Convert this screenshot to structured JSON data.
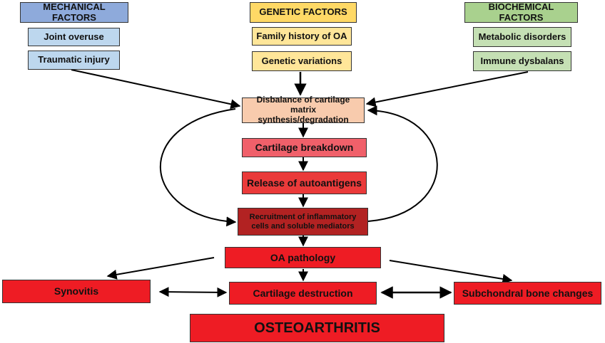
{
  "colors": {
    "mechanical_header": "#8eaadb",
    "mechanical_item": "#bdd7ee",
    "genetic_header": "#ffd966",
    "genetic_item": "#ffe699",
    "biochemical_header": "#a9d18e",
    "biochemical_item": "#c5e0b4",
    "disbalance": "#f8cbad",
    "breakdown": "#f0606a",
    "release": "#ea3a3a",
    "recruitment": "#b22222",
    "red": "#ee1c24"
  },
  "factors": {
    "mechanical": {
      "header": "MECHANICAL FACTORS",
      "items": [
        "Joint overuse",
        "Traumatic injury"
      ]
    },
    "genetic": {
      "header": "GENETIC FACTORS",
      "items": [
        "Family history of OA",
        "Genetic variations"
      ]
    },
    "biochemical": {
      "header": "BIOCHEMICAL FACTORS",
      "items": [
        "Metabolic disorders",
        "Immune dysbalans"
      ]
    }
  },
  "flow": {
    "disbalance": "Disbalance of cartilage matrix synthesis/degradation",
    "breakdown": "Cartilage breakdown",
    "release": "Release of autoantigens",
    "recruitment": "Recruitment of inflammatory cells and soluble mediators",
    "pathology": "OA pathology"
  },
  "outcomes": {
    "synovitis": "Synovitis",
    "cartilage_destruction": "Cartilage destruction",
    "subchondral": "Subchondral bone changes"
  },
  "result": "OSTEOARTHRITIS"
}
